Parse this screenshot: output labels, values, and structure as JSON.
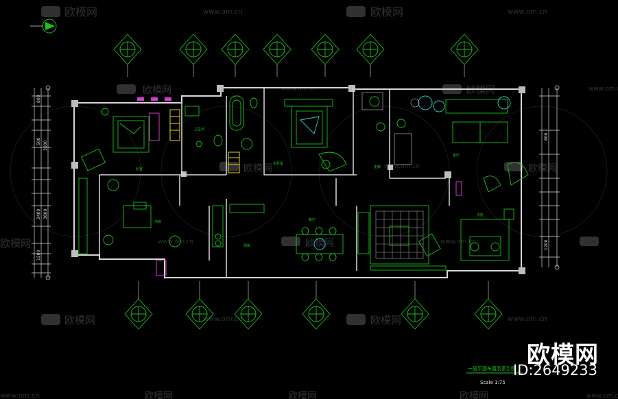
{
  "watermark": {
    "brand": "欧模网",
    "site": "www.om.cn",
    "id": "ID:2649233"
  },
  "drawing": {
    "title": "一层平面布置及索引图",
    "scale": "Scale 1:75"
  },
  "room_labels": [
    "卧室",
    "卫生间",
    "主卧室",
    "走廊",
    "客厅",
    "厨房",
    "餐厅",
    "次卧",
    "书房"
  ],
  "dimension_labels": [
    "800",
    "500",
    "3600",
    "2400",
    "3800",
    "1500",
    "800",
    "1200"
  ],
  "colors": {
    "background": "#000000",
    "wall": "#d8d8d8",
    "annotation": "#19c419",
    "highlight": "#2fd1d1",
    "furniture_accent": "#d33cd3",
    "stair": "#e8d21c"
  }
}
